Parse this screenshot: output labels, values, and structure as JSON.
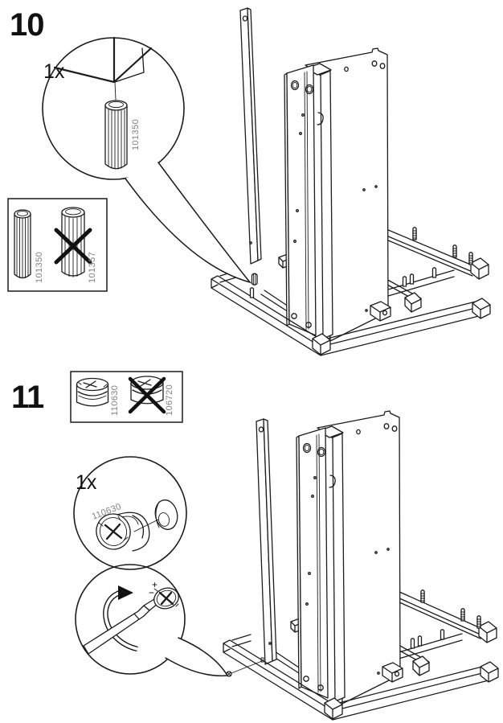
{
  "document": {
    "type": "assembly-instructions",
    "colors": {
      "line": "#1c1c1c",
      "part_label": "#808080",
      "background": "#ffffff",
      "cross_out": "#111111"
    }
  },
  "steps": {
    "step10": {
      "number": "10",
      "quantity": "1x",
      "magnified_part": "101350",
      "parts_box": {
        "use_part": "101350",
        "do_not_use_part": "101357"
      }
    },
    "step11": {
      "number": "11",
      "quantity": "1x",
      "magnified_part": "110630",
      "parts_box": {
        "use_part": "110630",
        "do_not_use_part": "106720"
      }
    }
  }
}
